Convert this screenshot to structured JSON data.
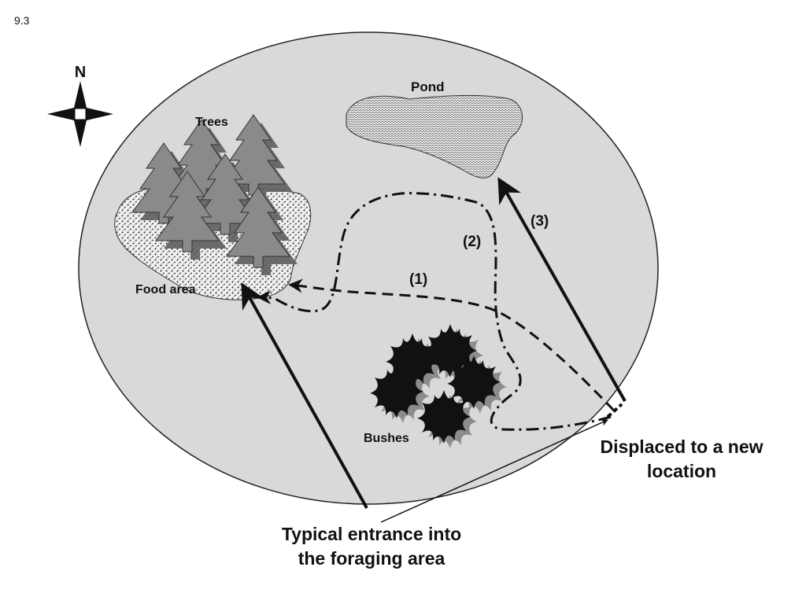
{
  "figure_number": "9.3",
  "compass": {
    "north_label": "N"
  },
  "labels": {
    "trees": "Trees",
    "pond": "Pond",
    "food_area": "Food area",
    "bushes": "Bushes",
    "route_1": "(1)",
    "route_2": "(2)",
    "route_3": "(3)"
  },
  "callouts": {
    "displaced_line1": "Displaced to a new",
    "displaced_line2": "location",
    "entrance_line1": "Typical entrance into",
    "entrance_line2": "the foraging area"
  },
  "colors": {
    "field": "#d9d9d9",
    "tree": "#8a8a8a",
    "tree_shadow": "#5f5f5f",
    "bush": "#111111",
    "bush_shadow": "#8c8c8c",
    "line": "#111111"
  }
}
